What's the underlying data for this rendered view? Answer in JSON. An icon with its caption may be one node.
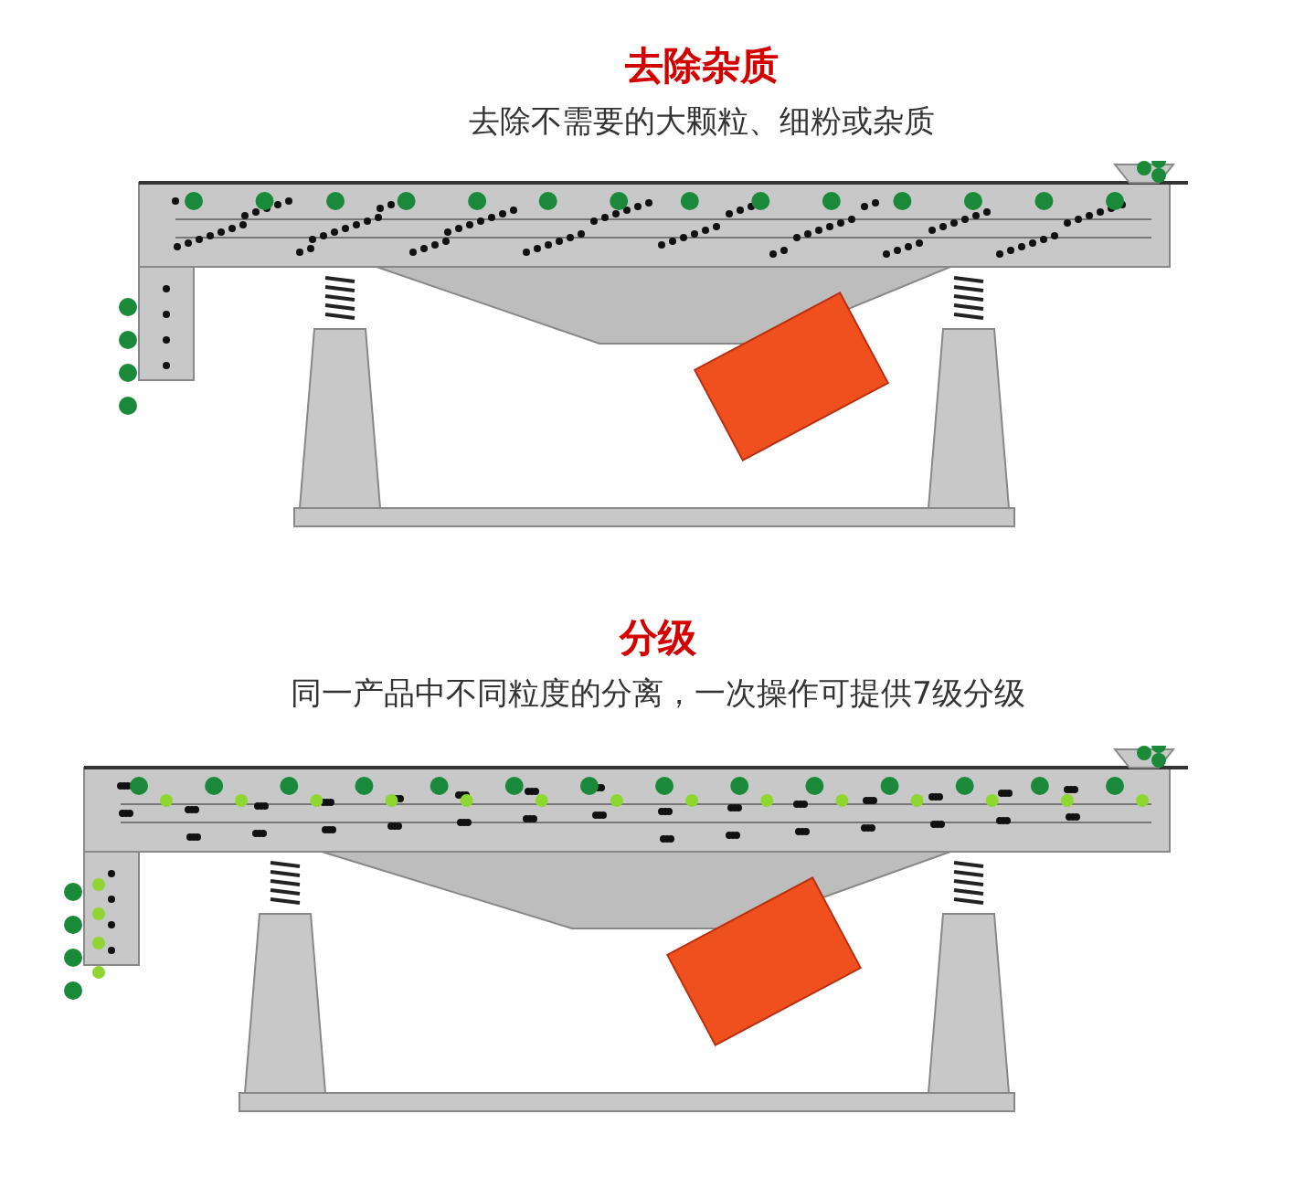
{
  "diagram": {
    "labels": [
      "去除杂质",
      "去除不需要的大颗粒、细粉或杂质",
      "分级",
      "同一产品中不同粒度的分离，一次操作可提供7级分级"
    ]
  }
}
